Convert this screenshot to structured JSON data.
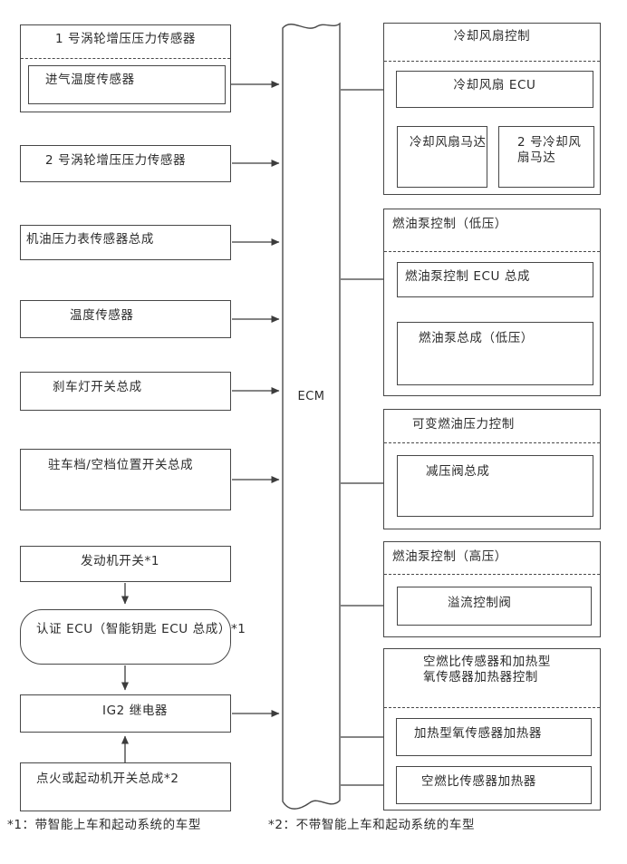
{
  "ecm": {
    "label": "ECM"
  },
  "left": {
    "turbo1_title": "1 号涡轮增压压力传感器",
    "intake_temp": "进气温度传感器",
    "turbo2": "2 号涡轮增压压力传感器",
    "oil_pressure": "机油压力表传感器总成",
    "temp_sensor": "温度传感器",
    "brake_light": "刹车灯开关总成",
    "park_neutral": "驻车档/空档位置开关总成",
    "engine_switch": "发动机开关*1",
    "cert_ecu": "认证 ECU（智能钥匙 ECU 总成）*1",
    "ig2_relay": "IG2 继电器",
    "ignition_switch": "点火或起动机开关总成*2"
  },
  "right": {
    "cooling": {
      "title": "冷却风扇控制",
      "ecu": "冷却风扇 ECU",
      "motor1": "冷却风扇马达",
      "motor2": "2 号冷却风扇马达"
    },
    "fuel_low": {
      "title": "燃油泵控制（低压）",
      "ecu": "燃油泵控制 ECU 总成",
      "pump": "燃油泵总成（低压）"
    },
    "variable_pressure": {
      "title": "可变燃油压力控制",
      "valve": "减压阀总成"
    },
    "fuel_high": {
      "title": "燃油泵控制（高压）",
      "valve": "溢流控制阀"
    },
    "af_heater": {
      "title": "空燃比传感器和加热型氧传感器加热器控制",
      "heater1": "加热型氧传感器加热器",
      "heater2": "空燃比传感器加热器"
    }
  },
  "footnotes": {
    "note1": "*1：带智能上车和起动系统的车型",
    "note2": "*2：不带智能上车和起动系统的车型"
  },
  "colors": {
    "line": "#474747",
    "text": "#2b2b2b",
    "background": "#ffffff"
  }
}
